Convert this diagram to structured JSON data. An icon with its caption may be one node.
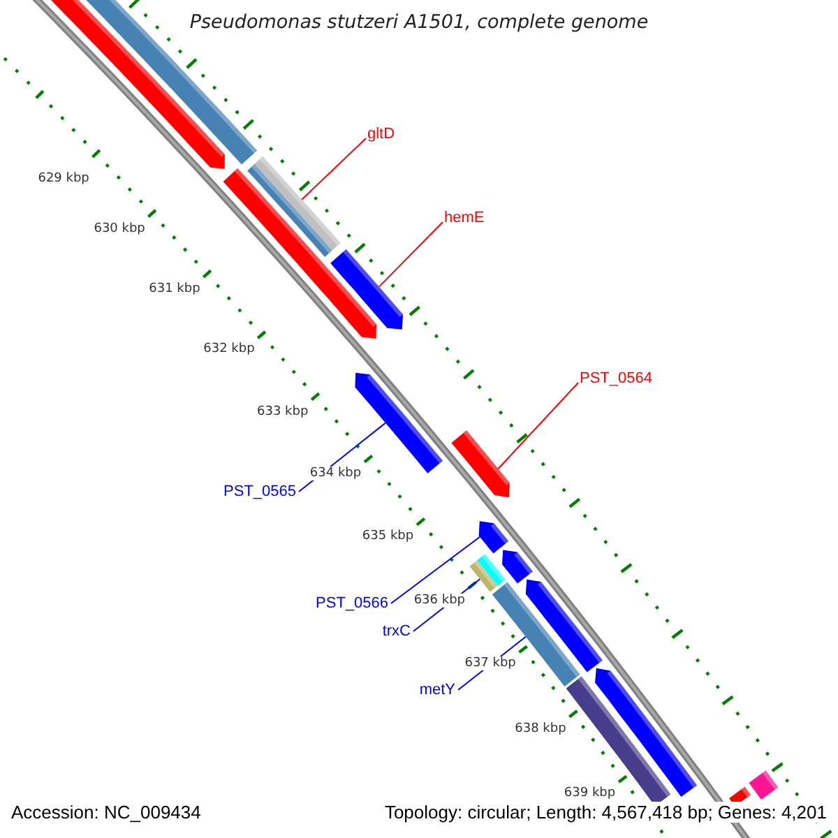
{
  "diagram": {
    "title": "Pseudomonas stutzeri A1501, complete genome",
    "nodes": [
      {
        "text": [
          "gltD"
        ]
      },
      {
        "text": [
          "hemE"
        ]
      },
      {
        "text": [
          "PST_0564"
        ]
      },
      {
        "text": [
          "PST_0565"
        ]
      },
      {
        "text": [
          "PST_0566"
        ]
      },
      {
        "text": [
          "trxC"
        ]
      },
      {
        "text": [
          "metY"
        ]
      },
      {
        "text": [],
        "shape": "bar"
      },
      {
        "text": [],
        "shape": "bar"
      },
      {
        "text": [],
        "shape": "bar"
      },
      {
        "text": [],
        "shape": "bar"
      },
      {
        "text": [],
        "shape": "bar"
      },
      {
        "text": [],
        "shape": "bar"
      },
      {
        "text": [],
        "shape": "bar"
      },
      {
        "text": [],
        "shape": "bar"
      },
      {
        "text": [],
        "shape": "bar"
      },
      {
        "text": [],
        "shape": "bar"
      },
      {
        "text": [],
        "shape": "bar"
      },
      {
        "text": [],
        "shape": "bar"
      },
      {
        "text": [],
        "shape": "bar"
      },
      {
        "text": [],
        "shape": "bar"
      },
      {
        "text": [],
        "shape": "bar"
      },
      {
        "text": [],
        "shape": "bar"
      },
      {
        "text": [],
        "shape": "bar"
      },
      {
        "text": [],
        "shape": "bar"
      }
    ],
    "edges": [
      {
        "from": 0,
        "to": 11,
        "arrow": "none",
        "color": "#ff0000"
      },
      {
        "from": 1,
        "to": 12,
        "arrow": "none",
        "color": "#ff0000"
      },
      {
        "from": 2,
        "to": 14,
        "arrow": "none",
        "color": "#ff0000"
      },
      {
        "from": 3,
        "to": 13,
        "arrow": "none"
      },
      {
        "from": 4,
        "to": 15,
        "arrow": "none"
      },
      {
        "from": 5,
        "to": 16,
        "arrow": "none"
      },
      {
        "from": 6,
        "to": 19,
        "arrow": "none"
      }
    ],
    "labels": [
      "629 kbp",
      "630 kbp",
      "631 kbp",
      "632 kbp",
      "633 kbp",
      "634 kbp",
      "635 kbp",
      "636 kbp",
      "637 kbp",
      "638 kbp",
      "639 kbp",
      "Accession: NC_009434",
      "Topology: circular; Length: 4,567,418 bp; Genes: 4,201"
    ]
  }
}
